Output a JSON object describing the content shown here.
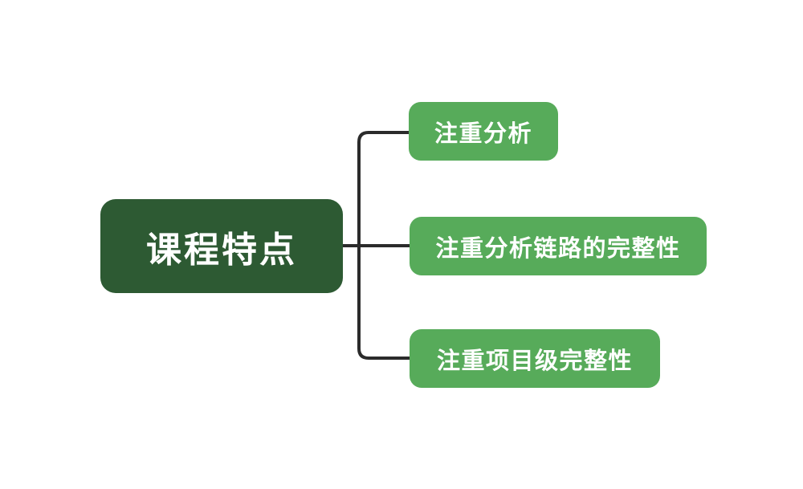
{
  "diagram": {
    "type": "mind-map",
    "orientation": "left-to-right",
    "background_color": "#ffffff",
    "root": {
      "label": "课程特点",
      "fill_color": "#2d5a33",
      "text_color": "#ffffff"
    },
    "children": [
      {
        "label": "注重分析",
        "fill_color": "#57ab5a",
        "text_color": "#ffffff"
      },
      {
        "label": "注重分析链路的完整性",
        "fill_color": "#57ab5a",
        "text_color": "#ffffff"
      },
      {
        "label": "注重项目级完整性",
        "fill_color": "#57ab5a",
        "text_color": "#ffffff"
      }
    ],
    "connector": {
      "color": "#2b2b2b",
      "stroke_width": 4,
      "corner_radius": 12,
      "style": "orthogonal-bracket"
    }
  }
}
